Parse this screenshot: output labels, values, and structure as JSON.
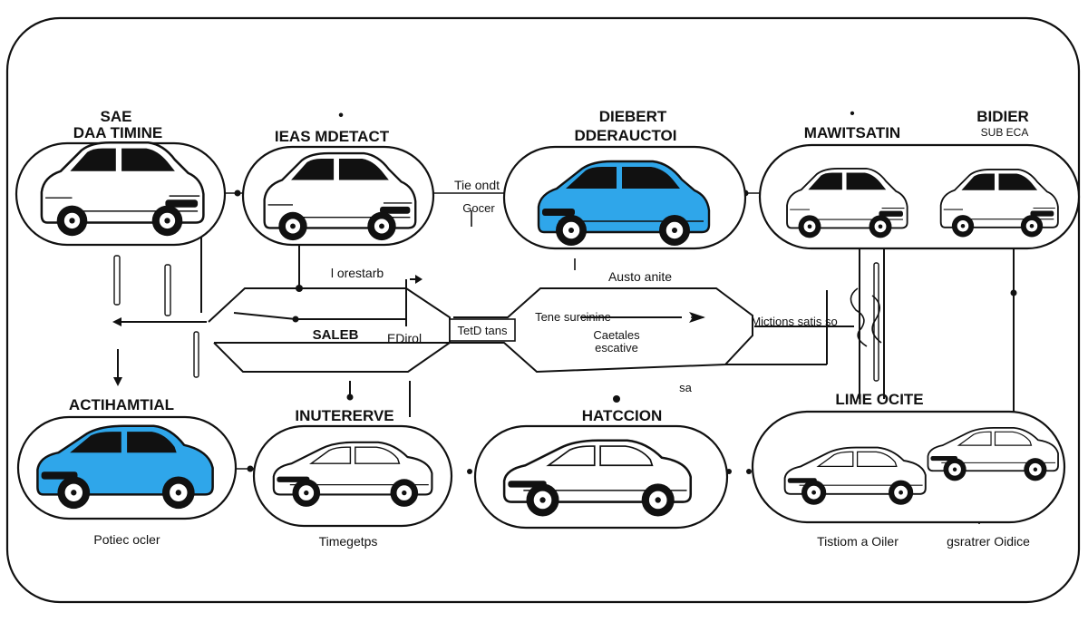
{
  "colors": {
    "ink": "#111111",
    "accent_blue": "#2fa6ea",
    "background": "#ffffff"
  },
  "stages": {
    "top": [
      {
        "title": "SAE",
        "subtitle": "DAA TIMINE",
        "car": "white-suv"
      },
      {
        "title": "IEAS MDETACT",
        "car": "white-hatchback"
      },
      {
        "title": "DIEBERT",
        "subtitle": "DDERAUCTOI",
        "car": "blue-hatchback"
      },
      {
        "title": "MAWITSATIN",
        "car": "white-compact"
      },
      {
        "title": "BIDIER",
        "subtitle": "SUB ECA",
        "car": "white-crossover"
      }
    ],
    "bottom": [
      {
        "title": "ACTIHAMTIAL",
        "caption": "Potiec ocler",
        "car": "blue-sports"
      },
      {
        "title": "INUTERERVE",
        "caption": "Timegetps",
        "car": "white-coupe"
      },
      {
        "title": "HATCCION",
        "car": "white-sedan"
      },
      {
        "title": "LIME OCITE",
        "caption_left": "Tistiom a Oiler",
        "caption_right": "gsratrer Oidice",
        "car": "white-pair"
      }
    ]
  },
  "connector_labels": {
    "tie_ondt": "Tie ondt",
    "gocer": "Gocer",
    "l_orestarb": "l orestarb",
    "saleb": "SALEB",
    "edirol": "EDirol",
    "tetd_tans": "TetD tans",
    "austo_anite": "Austo anite",
    "tene_surcinine": "Tene surcinine",
    "caetales": "Caetales",
    "escative": "escative",
    "mictions_satis": "Mictions satis so",
    "sa": "sa"
  }
}
